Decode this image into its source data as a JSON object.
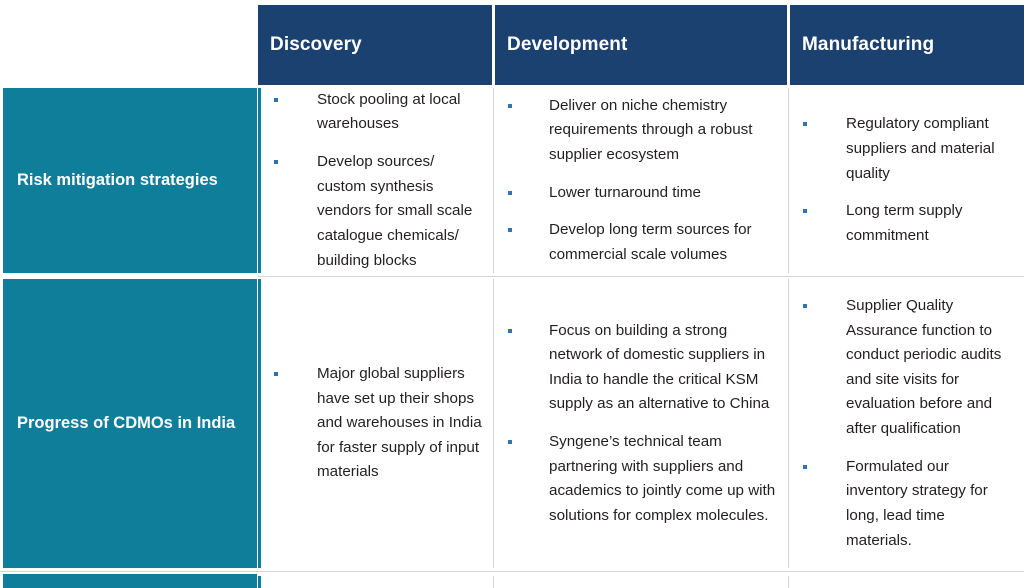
{
  "theme": {
    "header_bg": "#1b4170",
    "row_label_bg": "#0f7e9b",
    "bullet_color": "#2e74b5",
    "grid_line": "#d4d4d4",
    "body_text": "#231f20",
    "header_text": "#ffffff"
  },
  "table": {
    "corner_label": "",
    "columns": [
      {
        "id": "discovery",
        "label": "Discovery"
      },
      {
        "id": "development",
        "label": "Development"
      },
      {
        "id": "manufacturing",
        "label": "Manufacturing"
      }
    ],
    "rows": [
      {
        "id": "risk-mitigation-strategies",
        "label": "Risk mitigation strategies",
        "cells": {
          "discovery": [
            "Stock pooling at local warehouses",
            "Develop sources/ custom synthesis vendors for small scale catalogue chemicals/ building blocks"
          ],
          "development": [
            "Deliver on niche chemistry requirements through a robust supplier ecosystem",
            "Lower turnaround time",
            "Develop long term sources for commercial scale volumes"
          ],
          "manufacturing": [
            "Regulatory compliant suppliers and material quality",
            "Long term supply commitment"
          ]
        }
      },
      {
        "id": "progress-of-cdmos-in-india",
        "label": "Progress of CDMOs in India",
        "cells": {
          "discovery": [
            "Major global suppliers have set up their shops and warehouses in India for faster supply of input materials"
          ],
          "development": [
            "Focus on building a strong network of domestic suppliers in India to handle the critical KSM supply as an alternative to China",
            "Syngene’s technical team partnering with suppliers and academics to jointly come up with solutions for complex molecules."
          ],
          "manufacturing": [
            "Supplier Quality Assurance function to conduct periodic audits and site visits for evaluation before and after qualification",
            "Formulated our inventory strategy for long, lead time materials."
          ]
        }
      },
      {
        "id": "next-row-partial",
        "label": "",
        "cells": {
          "discovery": [],
          "development": [],
          "manufacturing": []
        }
      }
    ]
  }
}
